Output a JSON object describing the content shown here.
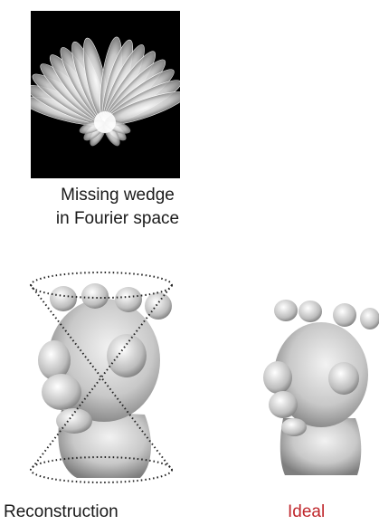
{
  "panels": {
    "fourier": {
      "caption_line1": "Missing wedge",
      "caption_line2": "in Fourier space"
    },
    "reconstruction": {
      "caption": "Reconstruction"
    },
    "ideal": {
      "caption": "Ideal",
      "caption_color": "#c0282d"
    }
  }
}
